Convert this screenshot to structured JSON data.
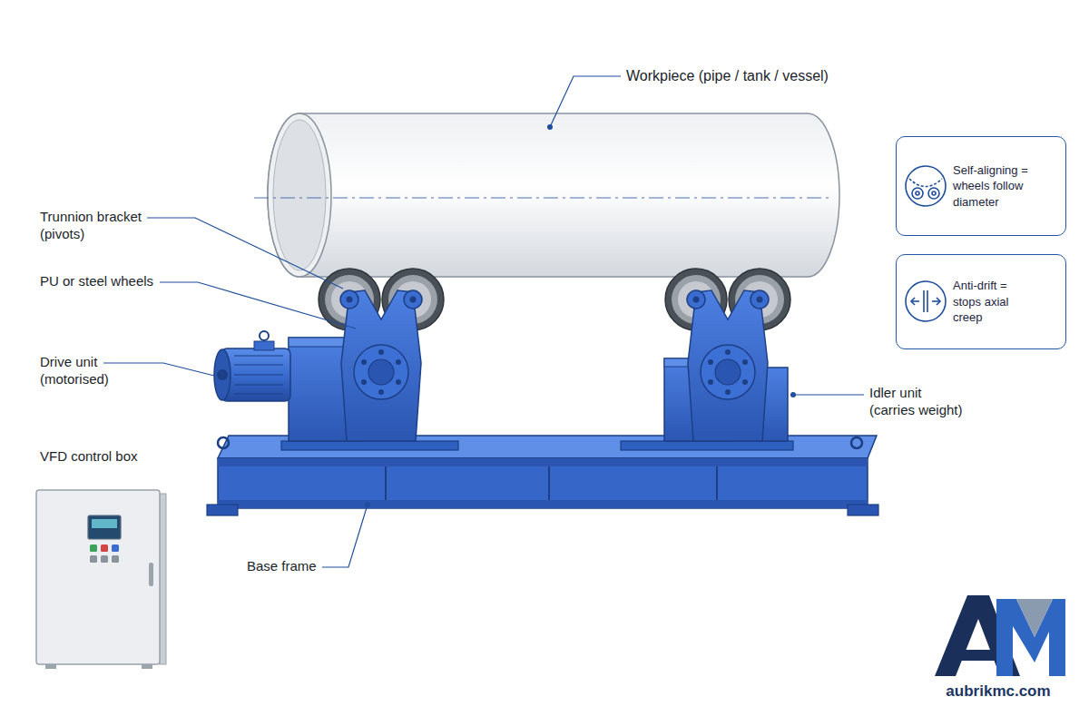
{
  "diagram": {
    "nodes": [
      {
        "text": [
          "Self-aligning = wheels follow diameter"
        ]
      },
      {
        "text": [
          "Anti-drift = stops axial creep"
        ]
      }
    ],
    "labels": [
      "Workpiece (pipe / tank / vessel)",
      "Trunnion bracket (pivots)",
      "PU or steel wheels",
      "Drive unit (motorised)",
      "VFD control box",
      "Base frame",
      "Idler unit (carries weight)",
      "aubrikmc.com"
    ]
  }
}
